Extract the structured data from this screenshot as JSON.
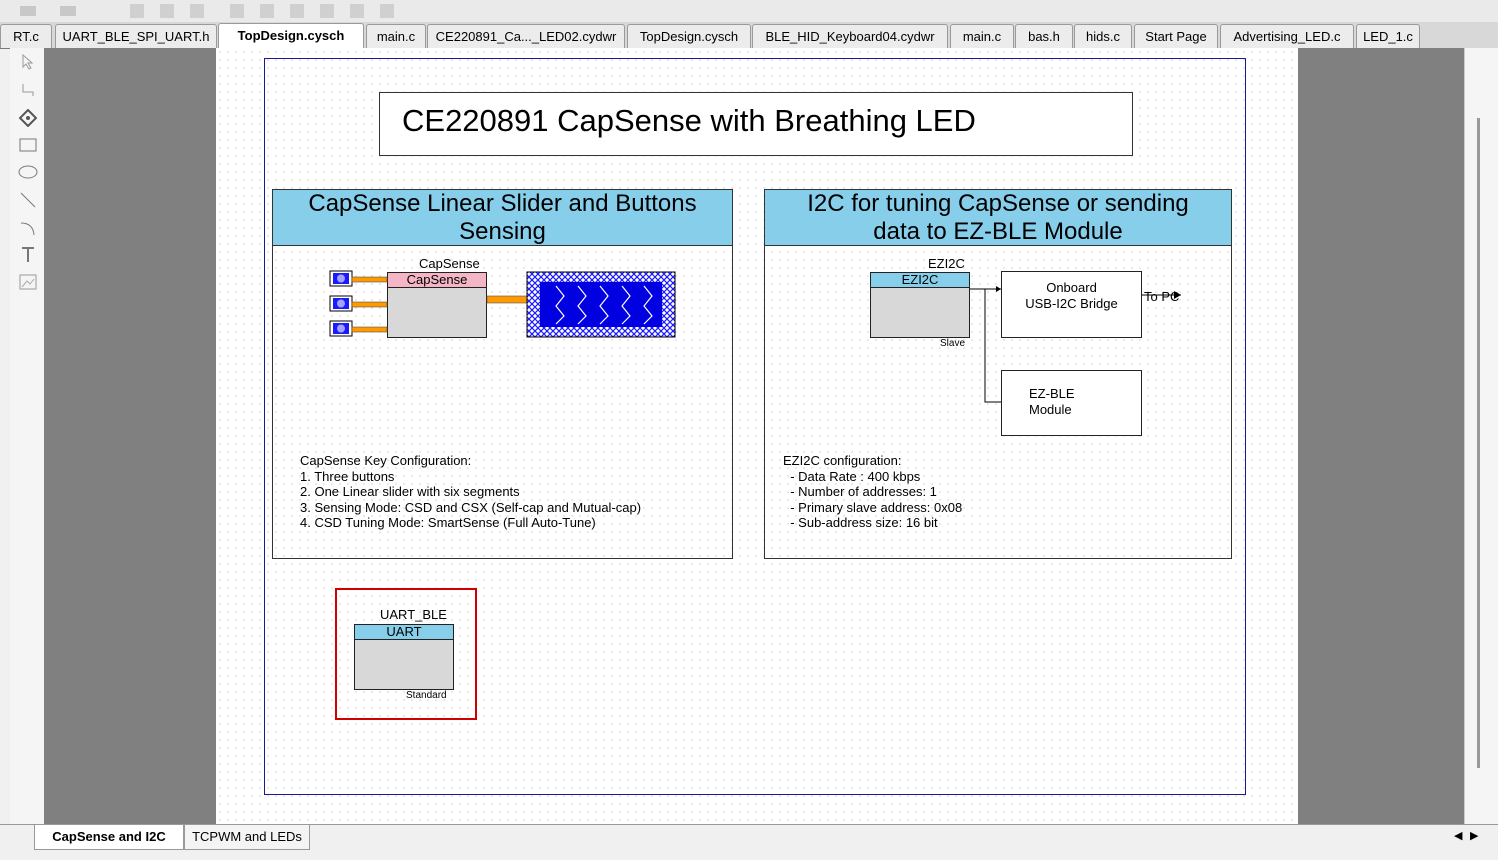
{
  "tabs": [
    {
      "label": "RT.c"
    },
    {
      "label": "UART_BLE_SPI_UART.h"
    },
    {
      "label": "TopDesign.cysch"
    },
    {
      "label": "main.c"
    },
    {
      "label": "CE220891_Ca..._LED02.cydwr"
    },
    {
      "label": "TopDesign.cysch"
    },
    {
      "label": "BLE_HID_Keyboard04.cydwr"
    },
    {
      "label": "main.c"
    },
    {
      "label": "bas.h"
    },
    {
      "label": "hids.c"
    },
    {
      "label": "Start Page"
    },
    {
      "label": "Advertising_LED.c"
    },
    {
      "label": "LED_1.c"
    }
  ],
  "tab_controls": {
    "dropdown": "▼",
    "prev": "◀",
    "next": "▶",
    "close": "✕"
  },
  "schematic": {
    "title": "CE220891 CapSense with Breathing LED",
    "capsense_panel": {
      "header_line1": "CapSense Linear Slider and Buttons",
      "header_line2": "Sensing",
      "component_instance": "CapSense",
      "component_type": "CapSense",
      "notes": "CapSense Key Configuration:\n1. Three buttons\n2. One Linear slider with six segments\n3. Sensing Mode: CSD and CSX (Self-cap and Mutual-cap)\n4. CSD Tuning Mode: SmartSense (Full Auto-Tune)"
    },
    "i2c_panel": {
      "header_line1": "I2C for tuning CapSense or sending",
      "header_line2": "data to EZ-BLE Module",
      "component_instance": "EZI2C",
      "component_type": "EZI2C",
      "component_mode": "Slave",
      "bridge_line1": "Onboard",
      "bridge_line2": "USB-I2C Bridge",
      "to_pc": "To PC",
      "ezble_line1": "EZ-BLE",
      "ezble_line2": "Module",
      "notes": "EZI2C configuration:\n  - Data Rate : 400 kbps\n  - Number of addresses: 1\n  - Primary slave address: 0x08\n  - Sub-address size: 16 bit"
    },
    "uart": {
      "instance": "UART_BLE",
      "type": "UART",
      "mode": "Standard"
    }
  },
  "bottom_tabs": [
    {
      "label": "CapSense and I2C"
    },
    {
      "label": "TCPWM and LEDs"
    }
  ],
  "bottom_controls": {
    "prev": "◀",
    "next": "▶"
  },
  "colors": {
    "panel_header": "#87ceea",
    "slider_blue": "#0000e0",
    "uart_highlight": "#d00000",
    "frame_border": "#1a1a8c"
  }
}
